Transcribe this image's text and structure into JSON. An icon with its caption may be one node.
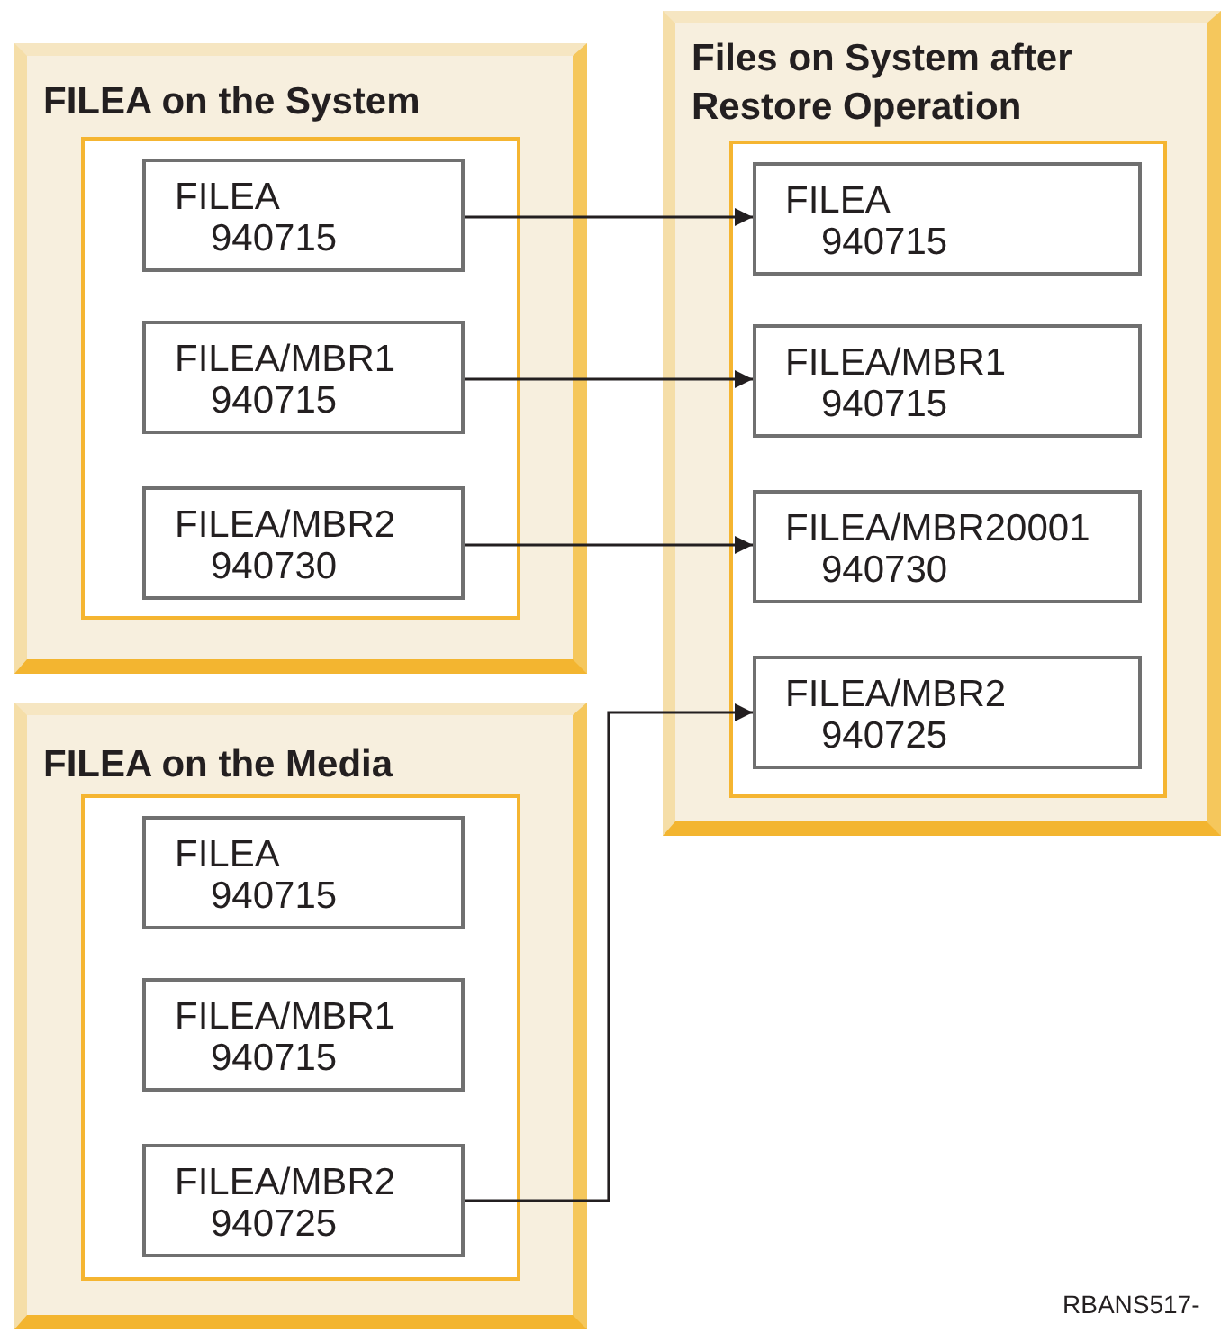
{
  "diagram": {
    "nodes": [
      {
        "text": [
          "FILEA on the System"
        ]
      },
      {
        "text": [],
        "shape": "box",
        "in": 0
      },
      {
        "text": [
          "FILEA",
          "940715"
        ],
        "in": 1
      },
      {
        "text": [
          "FILEA/MBR1",
          "940715"
        ],
        "in": 1
      },
      {
        "text": [
          "FILEA/MBR2",
          "940730"
        ],
        "in": 1
      },
      {
        "text": [
          "Files on System after Restore Operation"
        ]
      },
      {
        "text": [],
        "shape": "box",
        "in": 5
      },
      {
        "text": [
          "FILEA",
          "940715"
        ],
        "in": 6
      },
      {
        "text": [
          "FILEA/MBR1",
          "940715"
        ],
        "in": 6
      },
      {
        "text": [
          "FILEA/MBR20001",
          "940730"
        ],
        "in": 6
      },
      {
        "text": [
          "FILEA/MBR2",
          "940725"
        ],
        "in": 6
      },
      {
        "text": [
          "FILEA on the Media"
        ]
      },
      {
        "text": [],
        "shape": "box",
        "in": 11
      },
      {
        "text": [
          "FILEA",
          "940715"
        ],
        "in": 12
      },
      {
        "text": [
          "FILEA/MBR1",
          "940715"
        ],
        "in": 12
      },
      {
        "text": [
          "FILEA/MBR2",
          "940725"
        ],
        "in": 12
      }
    ],
    "edges": [
      {
        "from": 2,
        "to": 7,
        "arrow": "to"
      },
      {
        "from": 3,
        "to": 8,
        "arrow": "to"
      },
      {
        "from": 4,
        "to": 9,
        "arrow": "to"
      },
      {
        "from": 15,
        "to": 10,
        "arrow": "to"
      }
    ],
    "labels": [
      "RBANS517-"
    ]
  }
}
